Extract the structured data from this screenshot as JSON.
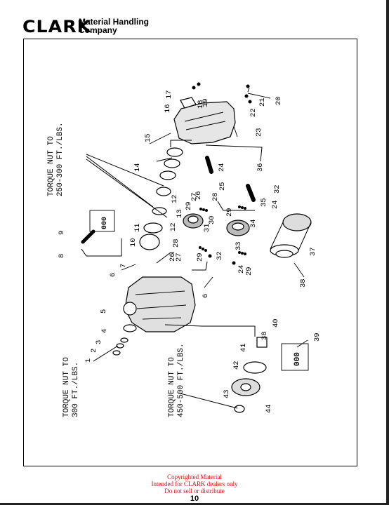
{
  "header": {
    "logo_text": "CLARK",
    "company_line1": "Material Handling",
    "company_line2": "Company"
  },
  "diagram": {
    "torque_notes": [
      {
        "line1": "TORQUE NUT TO",
        "line2": "250-300 FT./LBS."
      },
      {
        "line1": "TORQUE NUT TO",
        "line2": "300 FT./LBS."
      },
      {
        "line1": "TORQUE NUT TO",
        "line2": "450-500 FT./LBS."
      }
    ],
    "part_labels": [
      "1",
      "2",
      "3",
      "4",
      "5",
      "6",
      "6",
      "7",
      "8",
      "9",
      "10",
      "11",
      "12",
      "12",
      "13",
      "14",
      "15",
      "16",
      "17",
      "18",
      "19",
      "20",
      "21",
      "22",
      "23",
      "24",
      "24",
      "24",
      "25",
      "26",
      "26",
      "27",
      "27",
      "28",
      "28",
      "29",
      "29",
      "29",
      "29",
      "30",
      "31",
      "32",
      "32",
      "33",
      "34",
      "35",
      "36",
      "37",
      "38",
      "38",
      "39",
      "40",
      "41",
      "42",
      "43",
      "44"
    ]
  },
  "footer": {
    "line1": "Copyrighted Material",
    "line2": "Intended for CLARK dealers only",
    "line3": "Do not sell or distribute",
    "page_number": "10"
  }
}
